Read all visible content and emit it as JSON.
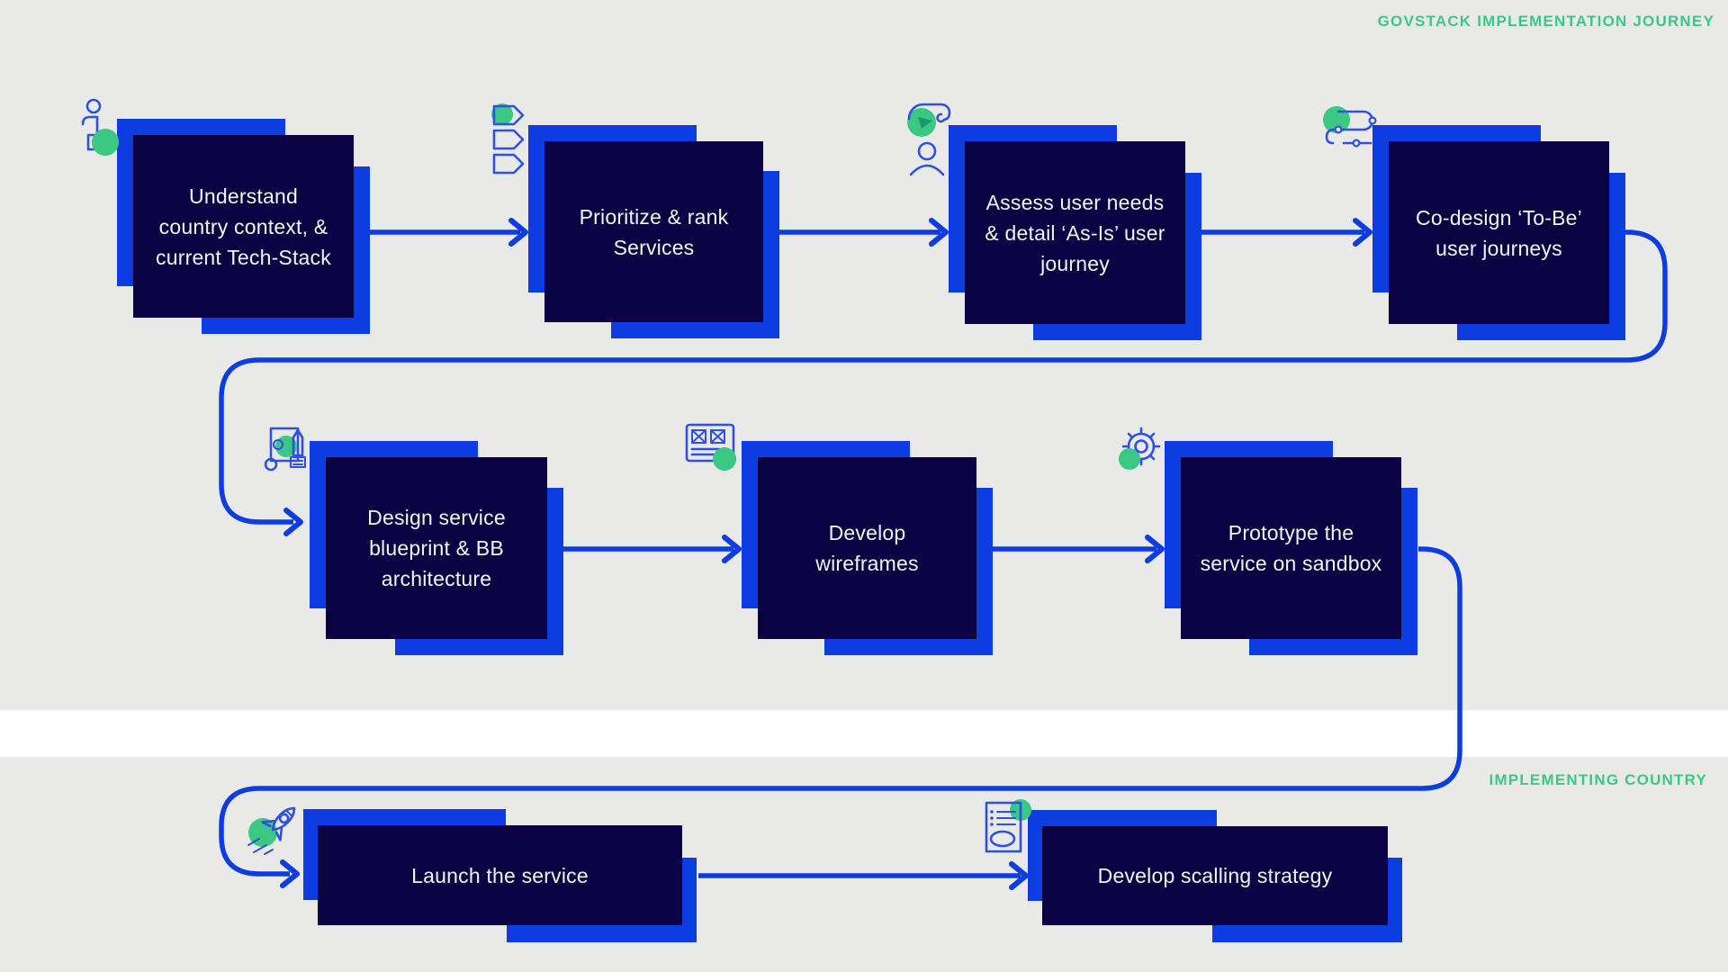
{
  "title": "GovStack Implementation Journey",
  "colors": {
    "background": "#e9e9e8",
    "divider_band": "#ffffff",
    "box_fill": "#0a0243",
    "accent_blue": "#0d3ce1",
    "icon_blue": "#2e51e3",
    "accent_green": "#3bc882",
    "box_text": "#f4f4f6"
  },
  "section_labels": {
    "top_right": "GOVSTACK IMPLEMENTATION JOURNEY",
    "bottom_right": "IMPLEMENTING COUNTRY"
  },
  "steps": [
    {
      "label": "Understand\ncountry context, &\ncurrent Tech-Stack",
      "icon": "info-person-icon"
    },
    {
      "label": "Prioritize & rank\nServices",
      "icon": "ranked-tags-icon"
    },
    {
      "label": "Assess user needs\n& detail ‘As-Is’ user\njourney",
      "icon": "user-interview-icon"
    },
    {
      "label": "Co-design ‘To-Be’\nuser journeys",
      "icon": "journey-route-icon"
    },
    {
      "label": "Design service\nblueprint & BB\narchitecture",
      "icon": "blueprint-icon"
    },
    {
      "label": "Develop\nwireframes",
      "icon": "wireframe-icon"
    },
    {
      "label": "Prototype the\nservice on sandbox",
      "icon": "gear-prototype-icon"
    },
    {
      "label": "Launch the service",
      "icon": "rocket-icon"
    },
    {
      "label": "Develop scalling strategy",
      "icon": "strategy-document-icon"
    }
  ]
}
